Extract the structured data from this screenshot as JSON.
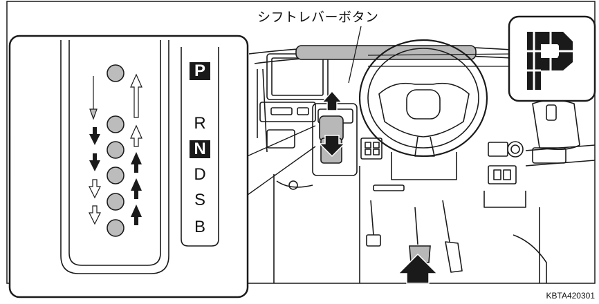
{
  "labels": {
    "shift_button": "シフトレバーボタン",
    "figure_id": "KBTA420301",
    "indicator_letter": "P"
  },
  "gears": [
    {
      "letter": "P",
      "highlighted": true
    },
    {
      "letter": "R",
      "highlighted": false
    },
    {
      "letter": "N",
      "highlighted": true
    },
    {
      "letter": "D",
      "highlighted": false
    },
    {
      "letter": "S",
      "highlighted": false
    },
    {
      "letter": "B",
      "highlighted": false
    }
  ],
  "colors": {
    "line": "#1a1a1a",
    "gray_fill": "#bcbcbc",
    "highlight_fill": "#1a1a1a"
  }
}
